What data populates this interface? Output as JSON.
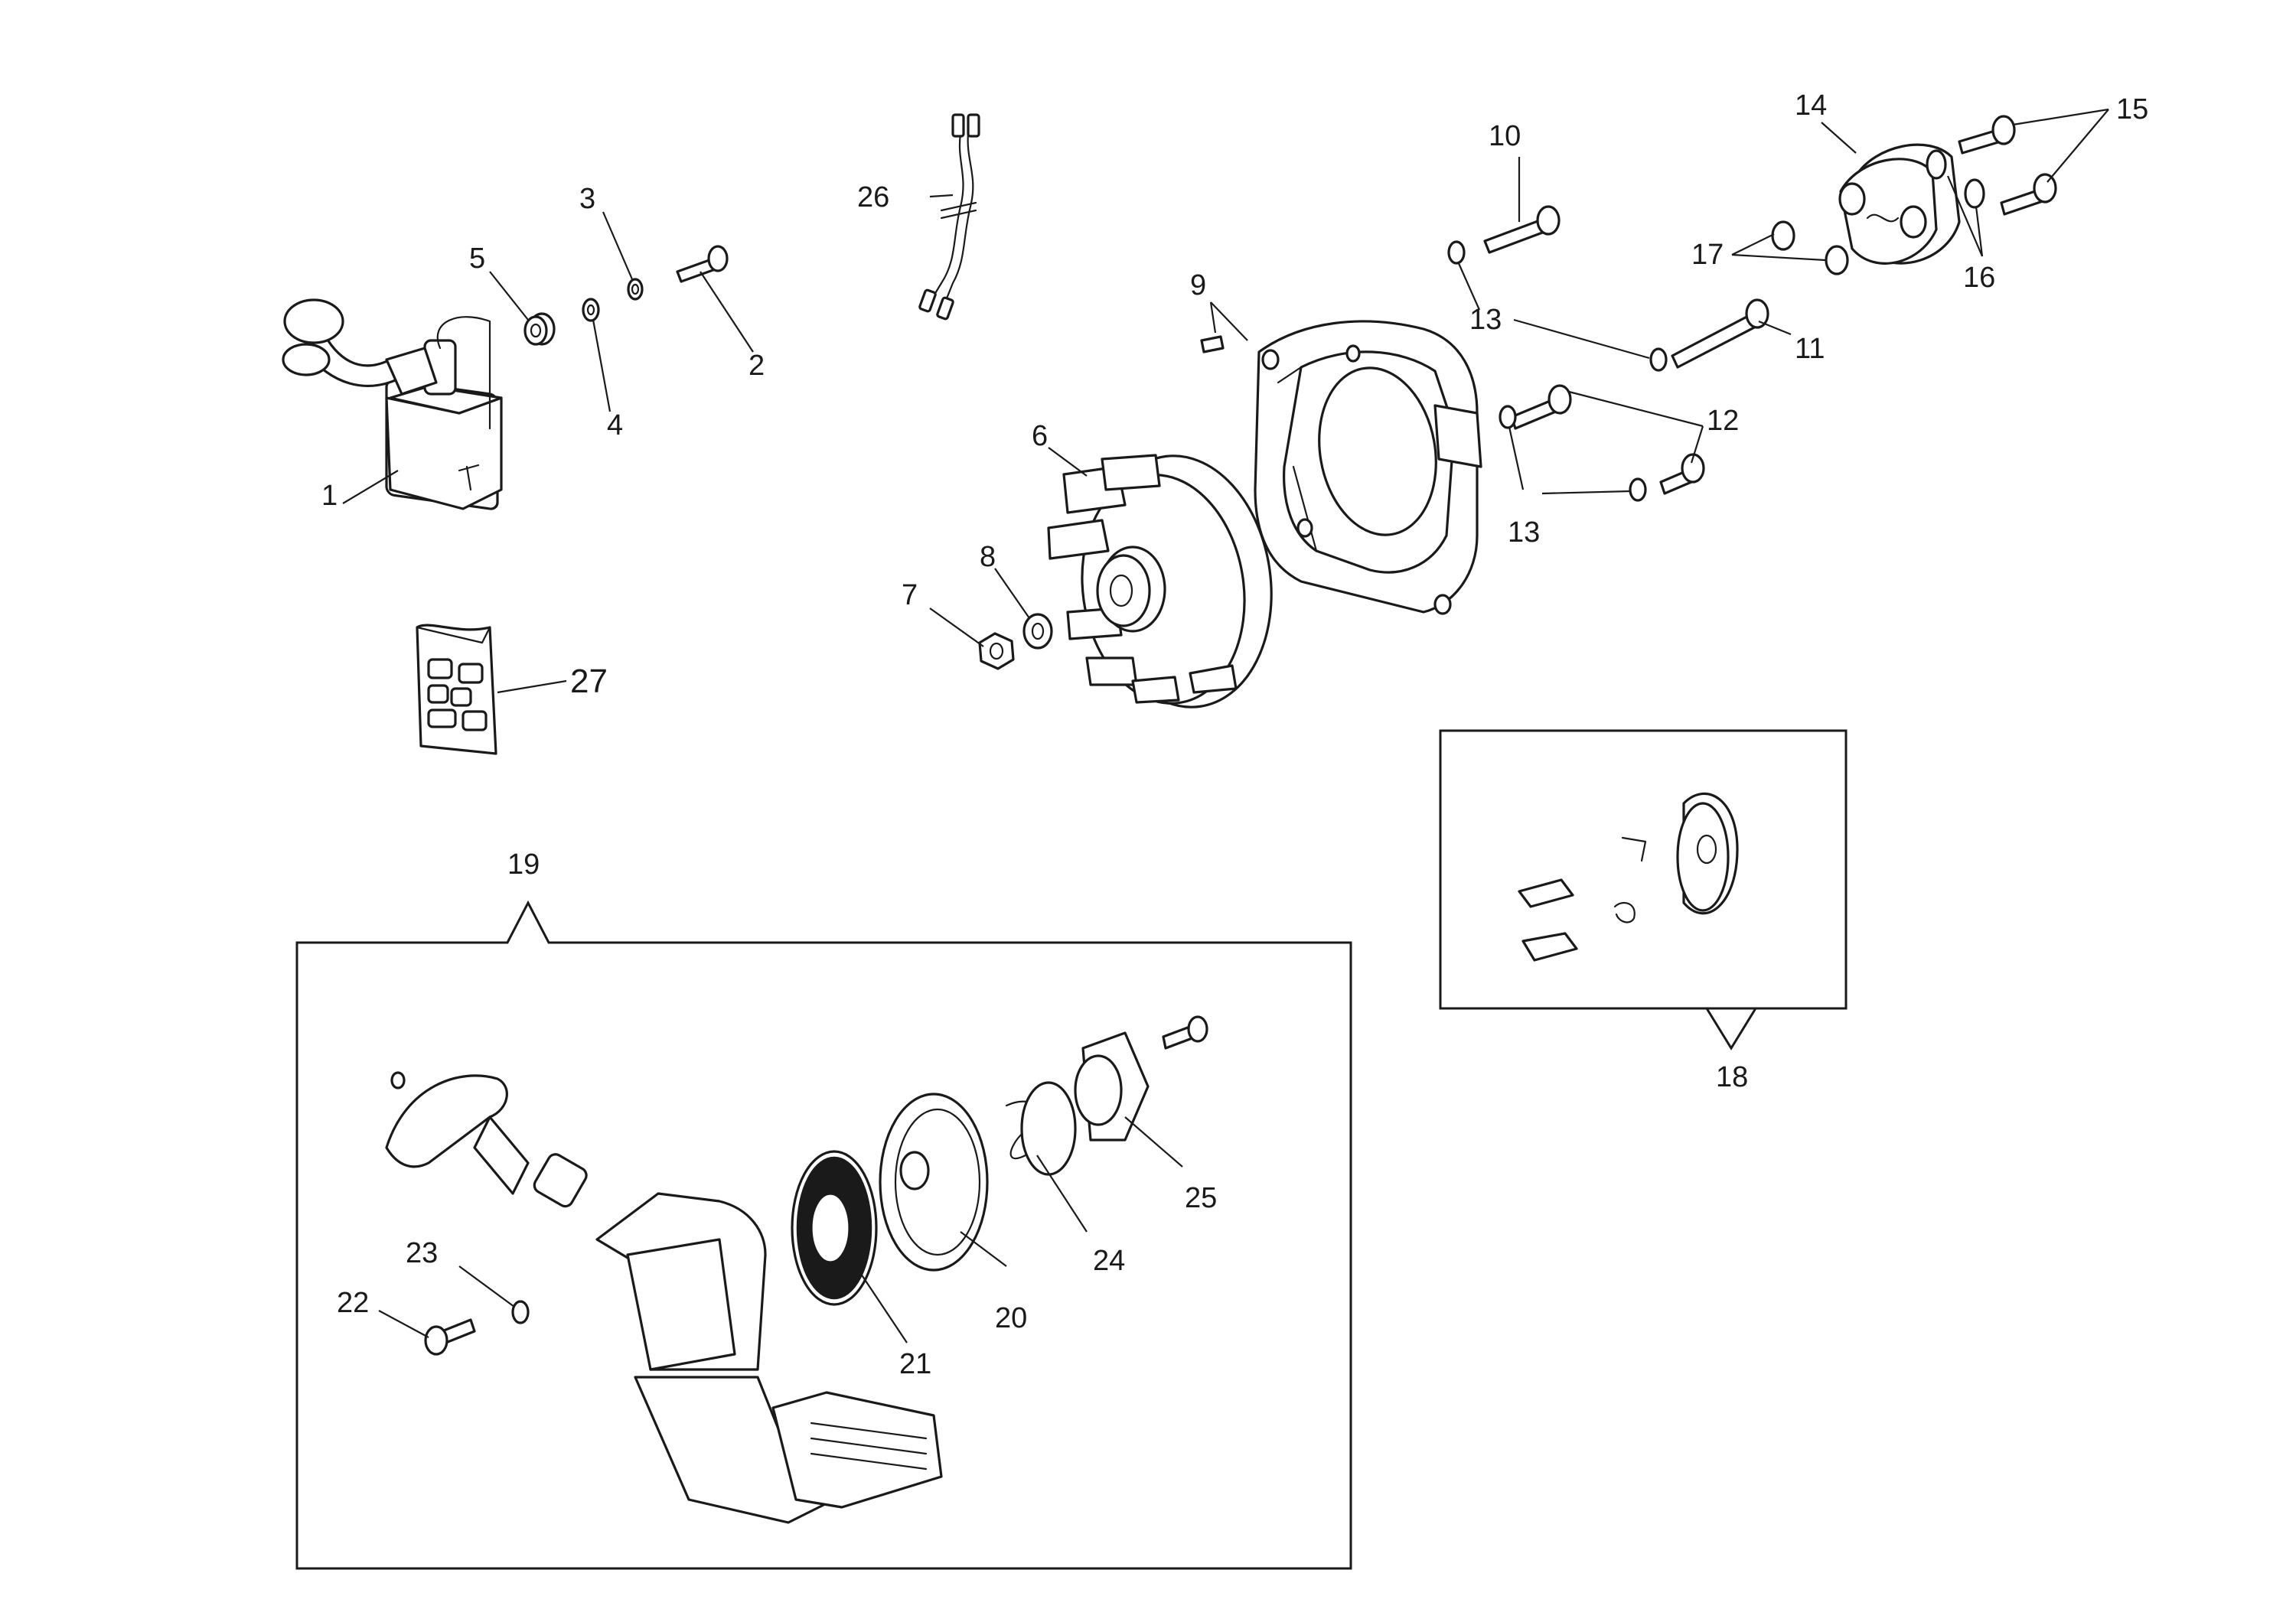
{
  "diagram": {
    "parts": [
      {
        "id": "1",
        "label": "1"
      },
      {
        "id": "2",
        "label": "2"
      },
      {
        "id": "3",
        "label": "3"
      },
      {
        "id": "4",
        "label": "4"
      },
      {
        "id": "5",
        "label": "5"
      },
      {
        "id": "6",
        "label": "6"
      },
      {
        "id": "7",
        "label": "7"
      },
      {
        "id": "8",
        "label": "8"
      },
      {
        "id": "9",
        "label": "9"
      },
      {
        "id": "10",
        "label": "10"
      },
      {
        "id": "11",
        "label": "11"
      },
      {
        "id": "12",
        "label": "12"
      },
      {
        "id": "13a",
        "label": "13"
      },
      {
        "id": "13b",
        "label": "13"
      },
      {
        "id": "14",
        "label": "14"
      },
      {
        "id": "15",
        "label": "15"
      },
      {
        "id": "16",
        "label": "16"
      },
      {
        "id": "17",
        "label": "17"
      },
      {
        "id": "18",
        "label": "18"
      },
      {
        "id": "19",
        "label": "19"
      },
      {
        "id": "20",
        "label": "20"
      },
      {
        "id": "21",
        "label": "21"
      },
      {
        "id": "22",
        "label": "22"
      },
      {
        "id": "23",
        "label": "23"
      },
      {
        "id": "24",
        "label": "24"
      },
      {
        "id": "25",
        "label": "25"
      },
      {
        "id": "26",
        "label": "26"
      },
      {
        "id": "27",
        "label": "27"
      }
    ]
  }
}
